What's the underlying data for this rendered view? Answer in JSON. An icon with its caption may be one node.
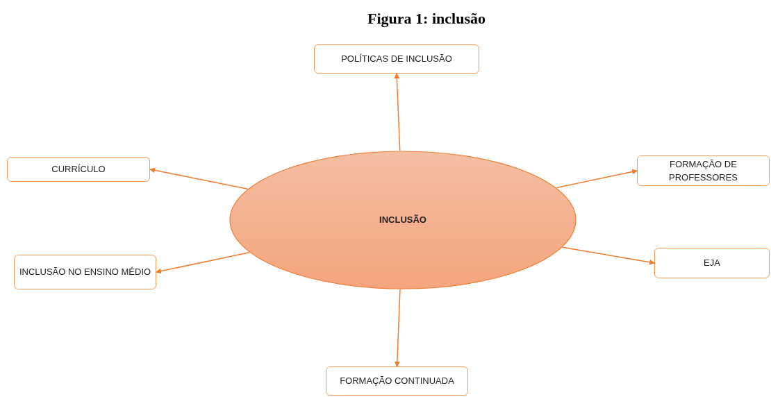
{
  "diagram": {
    "title": "Figura 1: inclusão",
    "nodes": [
      {
        "text": [
          "INCLUSÃO"
        ]
      },
      {
        "text": [
          "POLÍTICAS DE INCLUSÃO"
        ]
      },
      {
        "text": [
          "CURRÍCULO"
        ]
      },
      {
        "text": [
          "FORMAÇÃO DE PROFESSORES"
        ]
      },
      {
        "text": [
          "INCLUSÃO NO ENSINO MÉDIO"
        ]
      },
      {
        "text": [
          "EJA"
        ]
      },
      {
        "text": [
          "FORMAÇÃO CONTINUADA"
        ]
      }
    ],
    "edges": [
      {
        "from": 0,
        "to": 1,
        "arrow": "to"
      },
      {
        "from": 0,
        "to": 2,
        "arrow": "to"
      },
      {
        "from": 0,
        "to": 3,
        "arrow": "to"
      },
      {
        "from": 0,
        "to": 4,
        "arrow": "to"
      },
      {
        "from": 0,
        "to": 5,
        "arrow": "to"
      },
      {
        "from": 0,
        "to": 6,
        "arrow": "to"
      }
    ]
  }
}
